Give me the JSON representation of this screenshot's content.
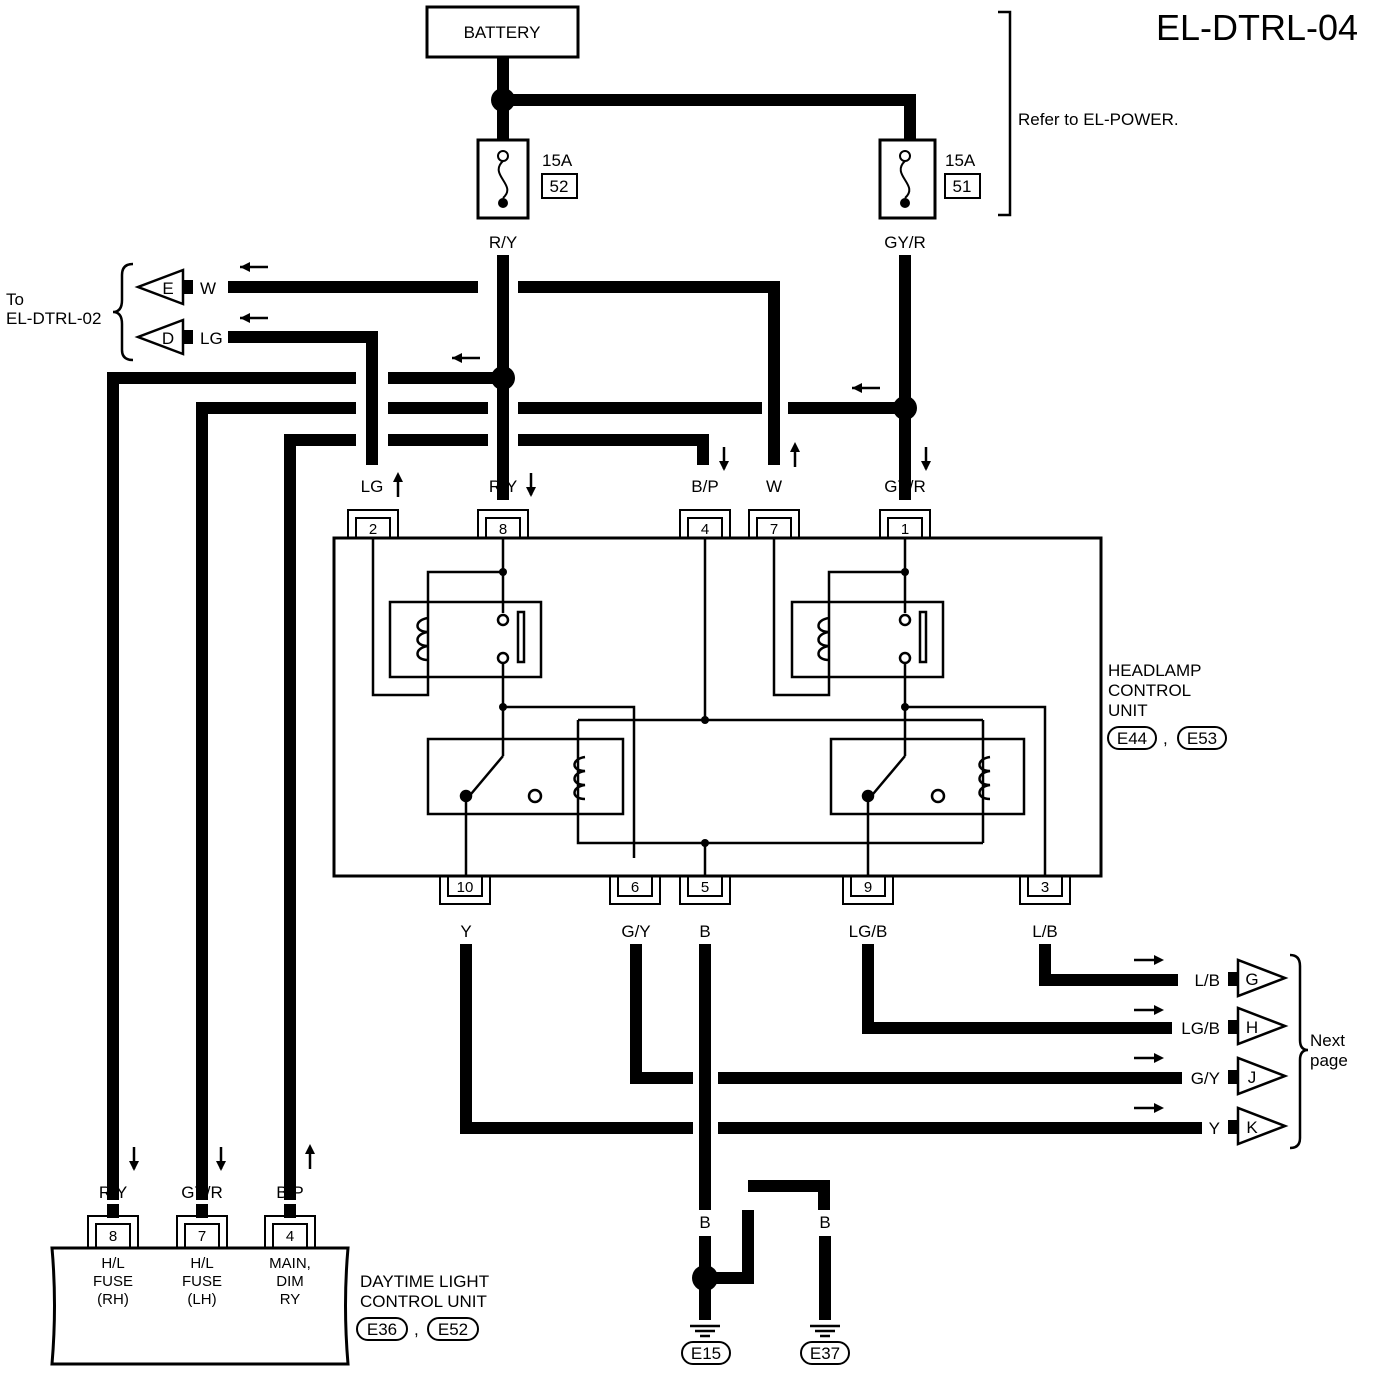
{
  "diagram_id": "EL-DTRL-04",
  "battery_label": "BATTERY",
  "refer_note": "Refer to EL-POWER.",
  "fuses": [
    {
      "amps": "15A",
      "number": "52"
    },
    {
      "amps": "15A",
      "number": "51"
    }
  ],
  "to_page": {
    "line1": "To",
    "line2": "EL-DTRL-02"
  },
  "left_connectors": [
    {
      "letter": "E",
      "wire": "W"
    },
    {
      "letter": "D",
      "wire": "LG"
    }
  ],
  "wire_colors": {
    "fuse52_out": "R/Y",
    "fuse51_out": "GY/R",
    "b_pin4_top": "B/P",
    "ground_b1": "B",
    "ground_b2": "B",
    "ground_b3": "B"
  },
  "hcu_top_pins": [
    {
      "pin": "2",
      "wire": "LG"
    },
    {
      "pin": "8",
      "wire": "R/Y"
    },
    {
      "pin": "4",
      "wire": "B/P"
    },
    {
      "pin": "7",
      "wire": "W"
    },
    {
      "pin": "1",
      "wire": "GY/R"
    }
  ],
  "hcu_bottom_pins": [
    {
      "pin": "10",
      "wire": "Y"
    },
    {
      "pin": "6",
      "wire": "G/Y"
    },
    {
      "pin": "5",
      "wire": "B"
    },
    {
      "pin": "9",
      "wire": "LG/B"
    },
    {
      "pin": "3",
      "wire": "L/B"
    }
  ],
  "hcu": {
    "line1": "HEADLAMP",
    "line2": "CONTROL",
    "line3": "UNIT",
    "conn1": "E44",
    "conn2": "E53",
    "sep": ","
  },
  "right_connectors": [
    {
      "letter": "G",
      "wire": "L/B"
    },
    {
      "letter": "H",
      "wire": "LG/B"
    },
    {
      "letter": "J",
      "wire": "G/Y"
    },
    {
      "letter": "K",
      "wire": "Y"
    }
  ],
  "next_page": {
    "line1": "Next",
    "line2": "page"
  },
  "dlcu_pins": [
    {
      "pin": "8",
      "wire": "R/Y",
      "l1": "H/L",
      "l2": "FUSE",
      "l3": "(RH)"
    },
    {
      "pin": "7",
      "wire": "GY/R",
      "l1": "H/L",
      "l2": "FUSE",
      "l3": "(LH)"
    },
    {
      "pin": "4",
      "wire": "B/P",
      "l1": "MAIN,",
      "l2": "DIM",
      "l3": "RY"
    }
  ],
  "dlcu": {
    "line1": "DAYTIME LIGHT",
    "line2": "CONTROL UNIT",
    "conn1": "E36",
    "conn2": "E52",
    "sep": ","
  },
  "grounds": [
    "E15",
    "E37"
  ]
}
